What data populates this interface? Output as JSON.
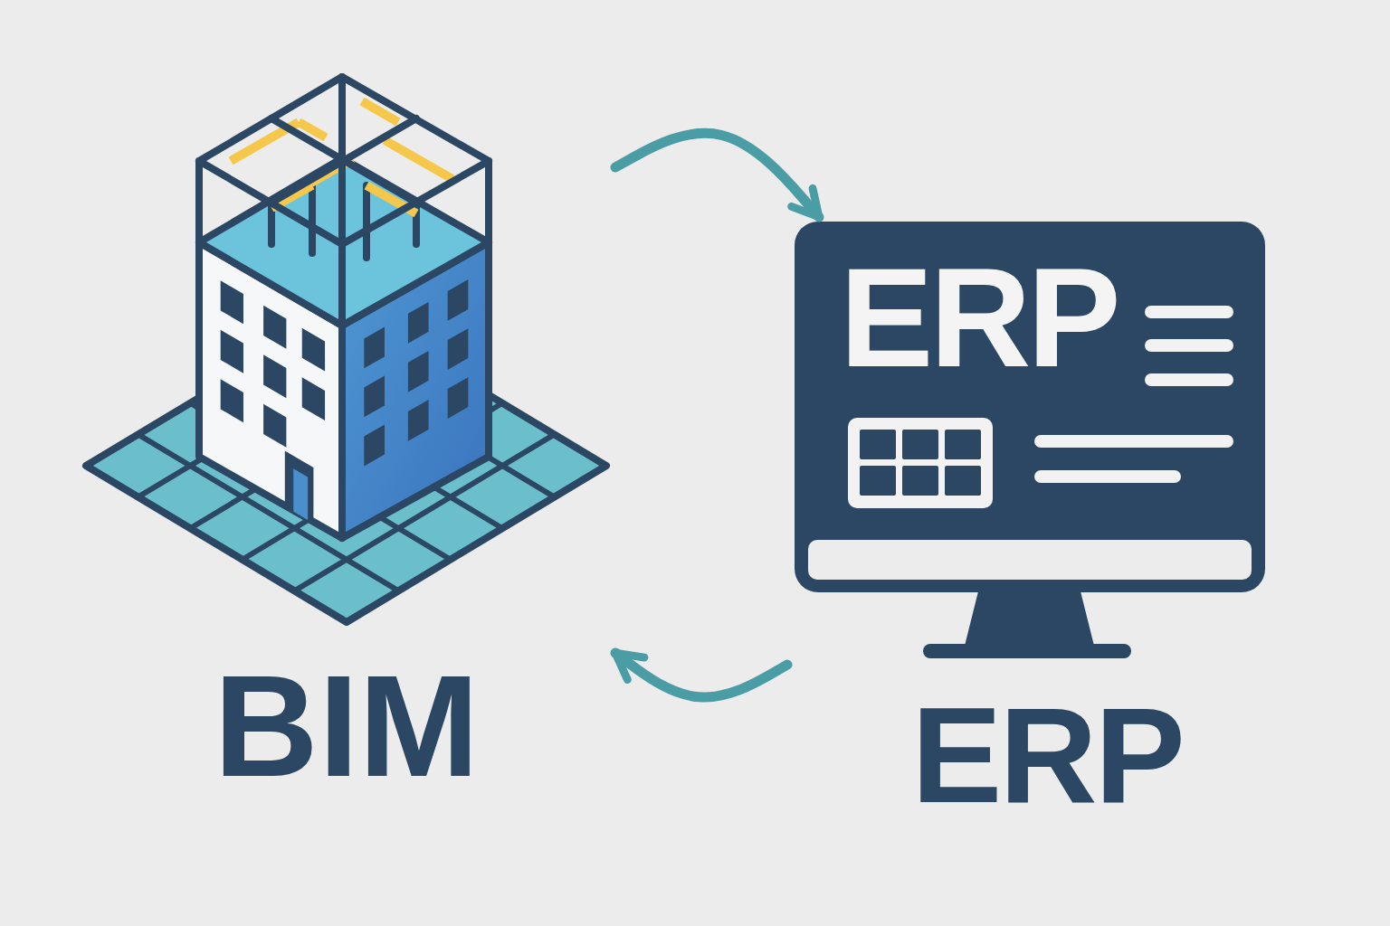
{
  "diagram": {
    "nodes": [
      {
        "text": [
          "BIM"
        ]
      },
      {
        "text": [
          "ERP",
          "ERP"
        ]
      }
    ],
    "edges": [
      {
        "from": 0,
        "to": 1,
        "arrow": "to"
      },
      {
        "from": 1,
        "to": 0,
        "arrow": "to"
      }
    ]
  }
}
